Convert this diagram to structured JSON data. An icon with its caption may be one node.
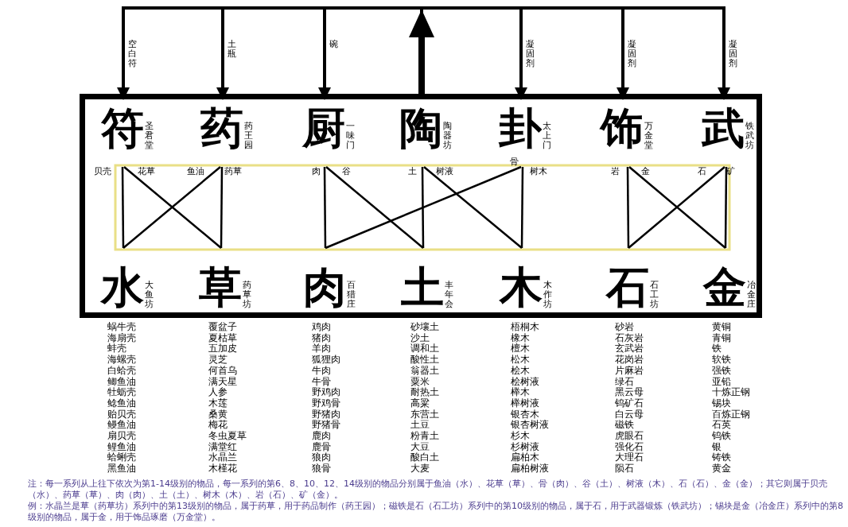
{
  "diagram": {
    "nodes": [
      {
        "text": [],
        "shape": "box"
      },
      {
        "text": [
          "符",
          "圣君堂"
        ],
        "in": 0
      },
      {
        "text": [
          "药",
          "药王园"
        ],
        "in": 0
      },
      {
        "text": [
          "厨",
          "一味门"
        ],
        "in": 0
      },
      {
        "text": [
          "陶",
          "陶器坊"
        ],
        "in": 0
      },
      {
        "text": [
          "卦",
          "太上门"
        ],
        "in": 0
      },
      {
        "text": [
          "饰",
          "万金堂"
        ],
        "in": 0
      },
      {
        "text": [
          "武",
          "铁武坊"
        ],
        "in": 0
      },
      {
        "text": [
          "贝壳"
        ],
        "in": 0
      },
      {
        "text": [
          "花草"
        ],
        "in": 0
      },
      {
        "text": [
          "鱼油"
        ],
        "in": 0
      },
      {
        "text": [
          "药草"
        ],
        "in": 0
      },
      {
        "text": [
          "肉"
        ],
        "in": 0
      },
      {
        "text": [
          "谷"
        ],
        "in": 0
      },
      {
        "text": [
          "土"
        ],
        "in": 0
      },
      {
        "text": [
          "树液"
        ],
        "in": 0
      },
      {
        "text": [
          "骨"
        ],
        "in": 0
      },
      {
        "text": [
          "树木"
        ],
        "in": 0
      },
      {
        "text": [
          "岩"
        ],
        "in": 0
      },
      {
        "text": [
          "金"
        ],
        "in": 0
      },
      {
        "text": [
          "石"
        ],
        "in": 0
      },
      {
        "text": [
          "矿"
        ],
        "in": 0
      },
      {
        "text": [
          "水",
          "大鱼坊"
        ],
        "in": 0,
        "beside": [
          "蜗牛壳",
          "海扇壳",
          "蚌壳",
          "海螺壳",
          "白蛤壳",
          "鲫鱼油",
          "牡蛎壳",
          "鲶鱼油",
          "贻贝壳",
          "鳗鱼油",
          "扇贝壳",
          "鲤鱼油",
          "蛤蜊壳",
          "黑鱼油"
        ]
      },
      {
        "text": [
          "草",
          "药草坊"
        ],
        "in": 0,
        "beside": [
          "覆盆子",
          "夏枯草",
          "五加皮",
          "灵芝",
          "何首乌",
          "满天星",
          "人参",
          "木莲",
          "桑黄",
          "梅花",
          "冬虫夏草",
          "满堂红",
          "水晶兰",
          "木槿花"
        ]
      },
      {
        "text": [
          "肉",
          "百猎庄"
        ],
        "in": 0,
        "beside": [
          "鸡肉",
          "猪肉",
          "羊肉",
          "狐狸肉",
          "牛肉",
          "牛骨",
          "野鸡肉",
          "野鸡骨",
          "野猪肉",
          "野猪骨",
          "鹿肉",
          "鹿骨",
          "狼肉",
          "狼骨"
        ]
      },
      {
        "text": [
          "土",
          "丰年会"
        ],
        "in": 0,
        "beside": [
          "砂壤土",
          "沙土",
          "调和土",
          "酸性土",
          "翁器土",
          "粟米",
          "耐热土",
          "高粱",
          "东营土",
          "土豆",
          "粉青土",
          "大豆",
          "酸白土",
          "大麦"
        ]
      },
      {
        "text": [
          "木",
          "木作坊"
        ],
        "in": 0,
        "beside": [
          "梧桐木",
          "橡木",
          "檀木",
          "松木",
          "桧木",
          "桧树液",
          "榉木",
          "榉树液",
          "银杏木",
          "银杏树液",
          "杉木",
          "杉树液",
          "扁柏木",
          "扁柏树液"
        ]
      },
      {
        "text": [
          "石",
          "石工坊"
        ],
        "in": 0,
        "beside": [
          "砂岩",
          "石灰岩",
          "玄武岩",
          "花岗岩",
          "片麻岩",
          "绿石",
          "黑云母",
          "钨矿石",
          "白云母",
          "磁铁",
          "虎眼石",
          "强化石",
          "大理石",
          "陨石"
        ]
      },
      {
        "text": [
          "金",
          "冶金庄"
        ],
        "in": 0,
        "beside": [
          "黄铜",
          "青铜",
          "铁",
          "软铁",
          "强铁",
          "亚铅",
          "十炼正钢",
          "锡块",
          "百炼正钢",
          "石英",
          "钨铁",
          "银",
          "铸铁",
          "黄金"
        ]
      }
    ],
    "edges": [
      {
        "from": 4,
        "to": 1,
        "arrow": "to",
        "label": "空白符"
      },
      {
        "from": 4,
        "to": 2,
        "arrow": "to",
        "label": "土瓶"
      },
      {
        "from": 4,
        "to": 3,
        "arrow": "to",
        "label": "碗"
      },
      {
        "from": 4,
        "to": 5,
        "arrow": "to",
        "label": "凝固剂"
      },
      {
        "from": 4,
        "to": 6,
        "arrow": "to",
        "label": "凝固剂"
      },
      {
        "from": 4,
        "to": 7,
        "arrow": "to",
        "label": "凝固剂"
      },
      {
        "from": 8,
        "to": 22,
        "arrow": "none"
      },
      {
        "from": 9,
        "to": 23,
        "arrow": "none"
      },
      {
        "from": 10,
        "to": 22,
        "arrow": "none"
      },
      {
        "from": 11,
        "to": 23,
        "arrow": "none"
      },
      {
        "from": 12,
        "to": 24,
        "arrow": "none"
      },
      {
        "from": 13,
        "to": 25,
        "arrow": "none"
      },
      {
        "from": 14,
        "to": 25,
        "arrow": "none"
      },
      {
        "from": 15,
        "to": 26,
        "arrow": "none"
      },
      {
        "from": 16,
        "to": 24,
        "arrow": "none"
      },
      {
        "from": 17,
        "to": 26,
        "arrow": "none"
      },
      {
        "from": 18,
        "to": 27,
        "arrow": "none"
      },
      {
        "from": 19,
        "to": 28,
        "arrow": "none"
      },
      {
        "from": 20,
        "to": 27,
        "arrow": "none"
      },
      {
        "from": 21,
        "to": 28,
        "arrow": "none"
      }
    ],
    "labels": [
      "注：每一系列从上往下依次为第1-14级别的物品，每一系列的第6、8、10、12、14级别的物品分别属于鱼油（水）、花草（草）、骨（肉）、谷（土）、树液（木）、石（石）、金（金）；其它则属于贝壳（水）、药草（草）、肉（肉）、土（土）、树木（木）、岩（石）、矿（金）。",
      "例：水晶兰是草（药草坊）系列中的第13级别的物品，属于药草，用于药品制作（药王园）；磁铁是石（石工坊）系列中的第10级别的物品，属于石，用于武器锻炼（铁武坊）；锡块是金（冶金庄）系列中的第8级别的物品，属于金，用于饰品琢磨（万金堂）。"
    ]
  }
}
